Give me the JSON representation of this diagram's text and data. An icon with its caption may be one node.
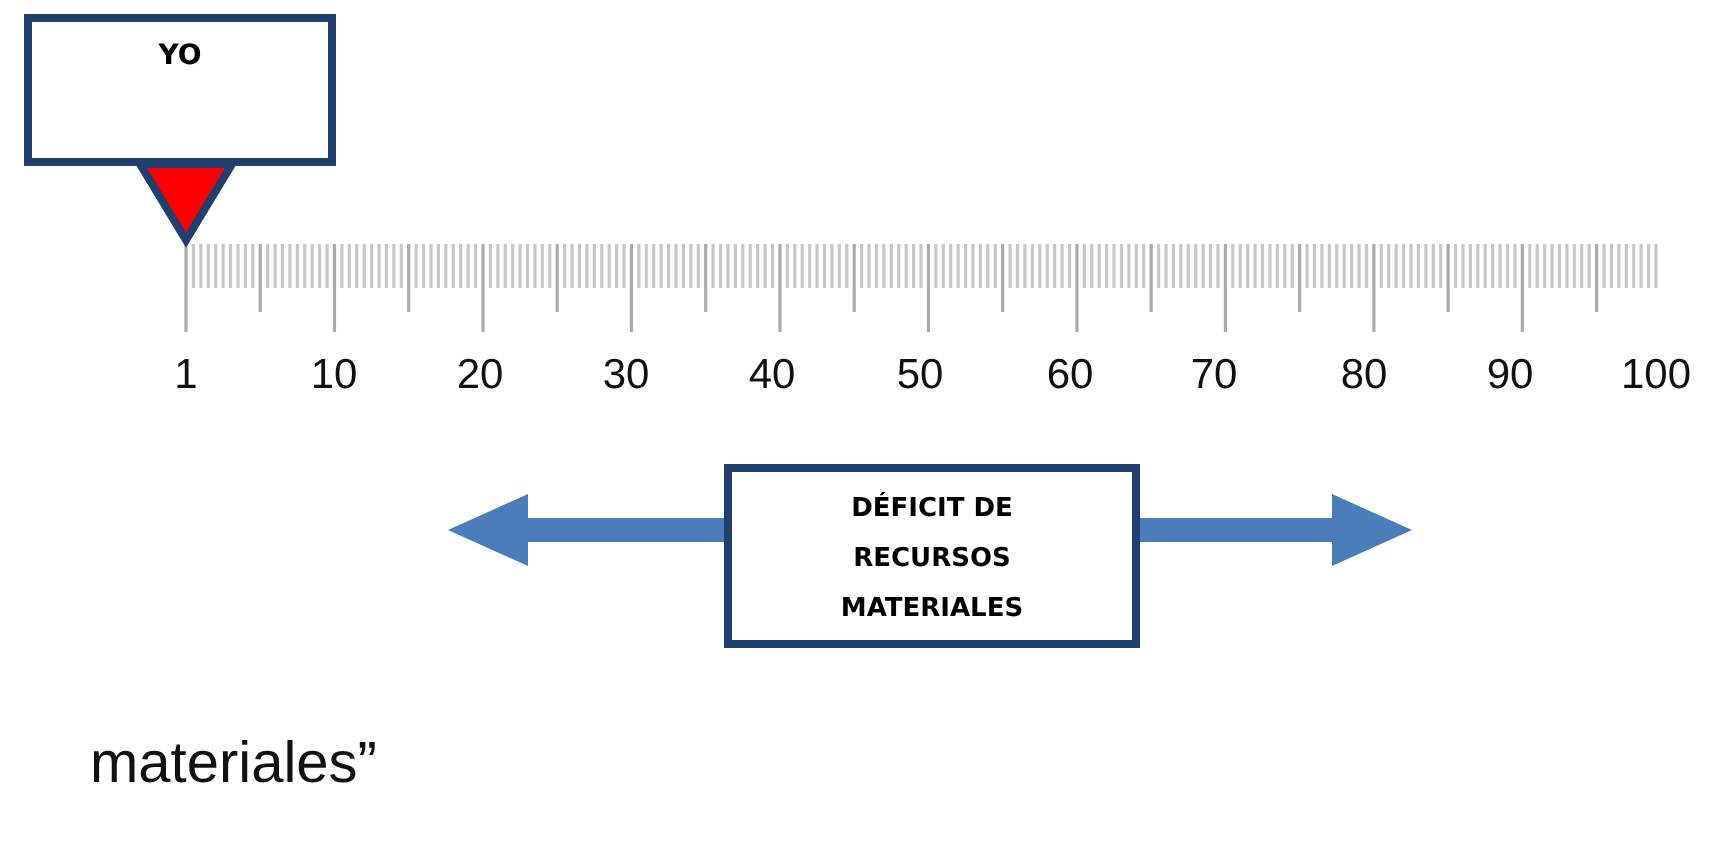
{
  "diagram": {
    "nodes": [
      {
        "text": [
          "YO"
        ]
      },
      {
        "text": [
          "DÉFICIT DE RECURSOS MATERIALES"
        ]
      }
    ],
    "edges": [
      {
        "from": 1,
        "to": null,
        "arrow": "to"
      },
      {
        "from": 1,
        "to": null,
        "arrow": "to"
      }
    ],
    "labels": [
      "1",
      "10",
      "20",
      "30",
      "40",
      "50",
      "60",
      "70",
      "80",
      "90",
      "100",
      "materiales”"
    ]
  }
}
